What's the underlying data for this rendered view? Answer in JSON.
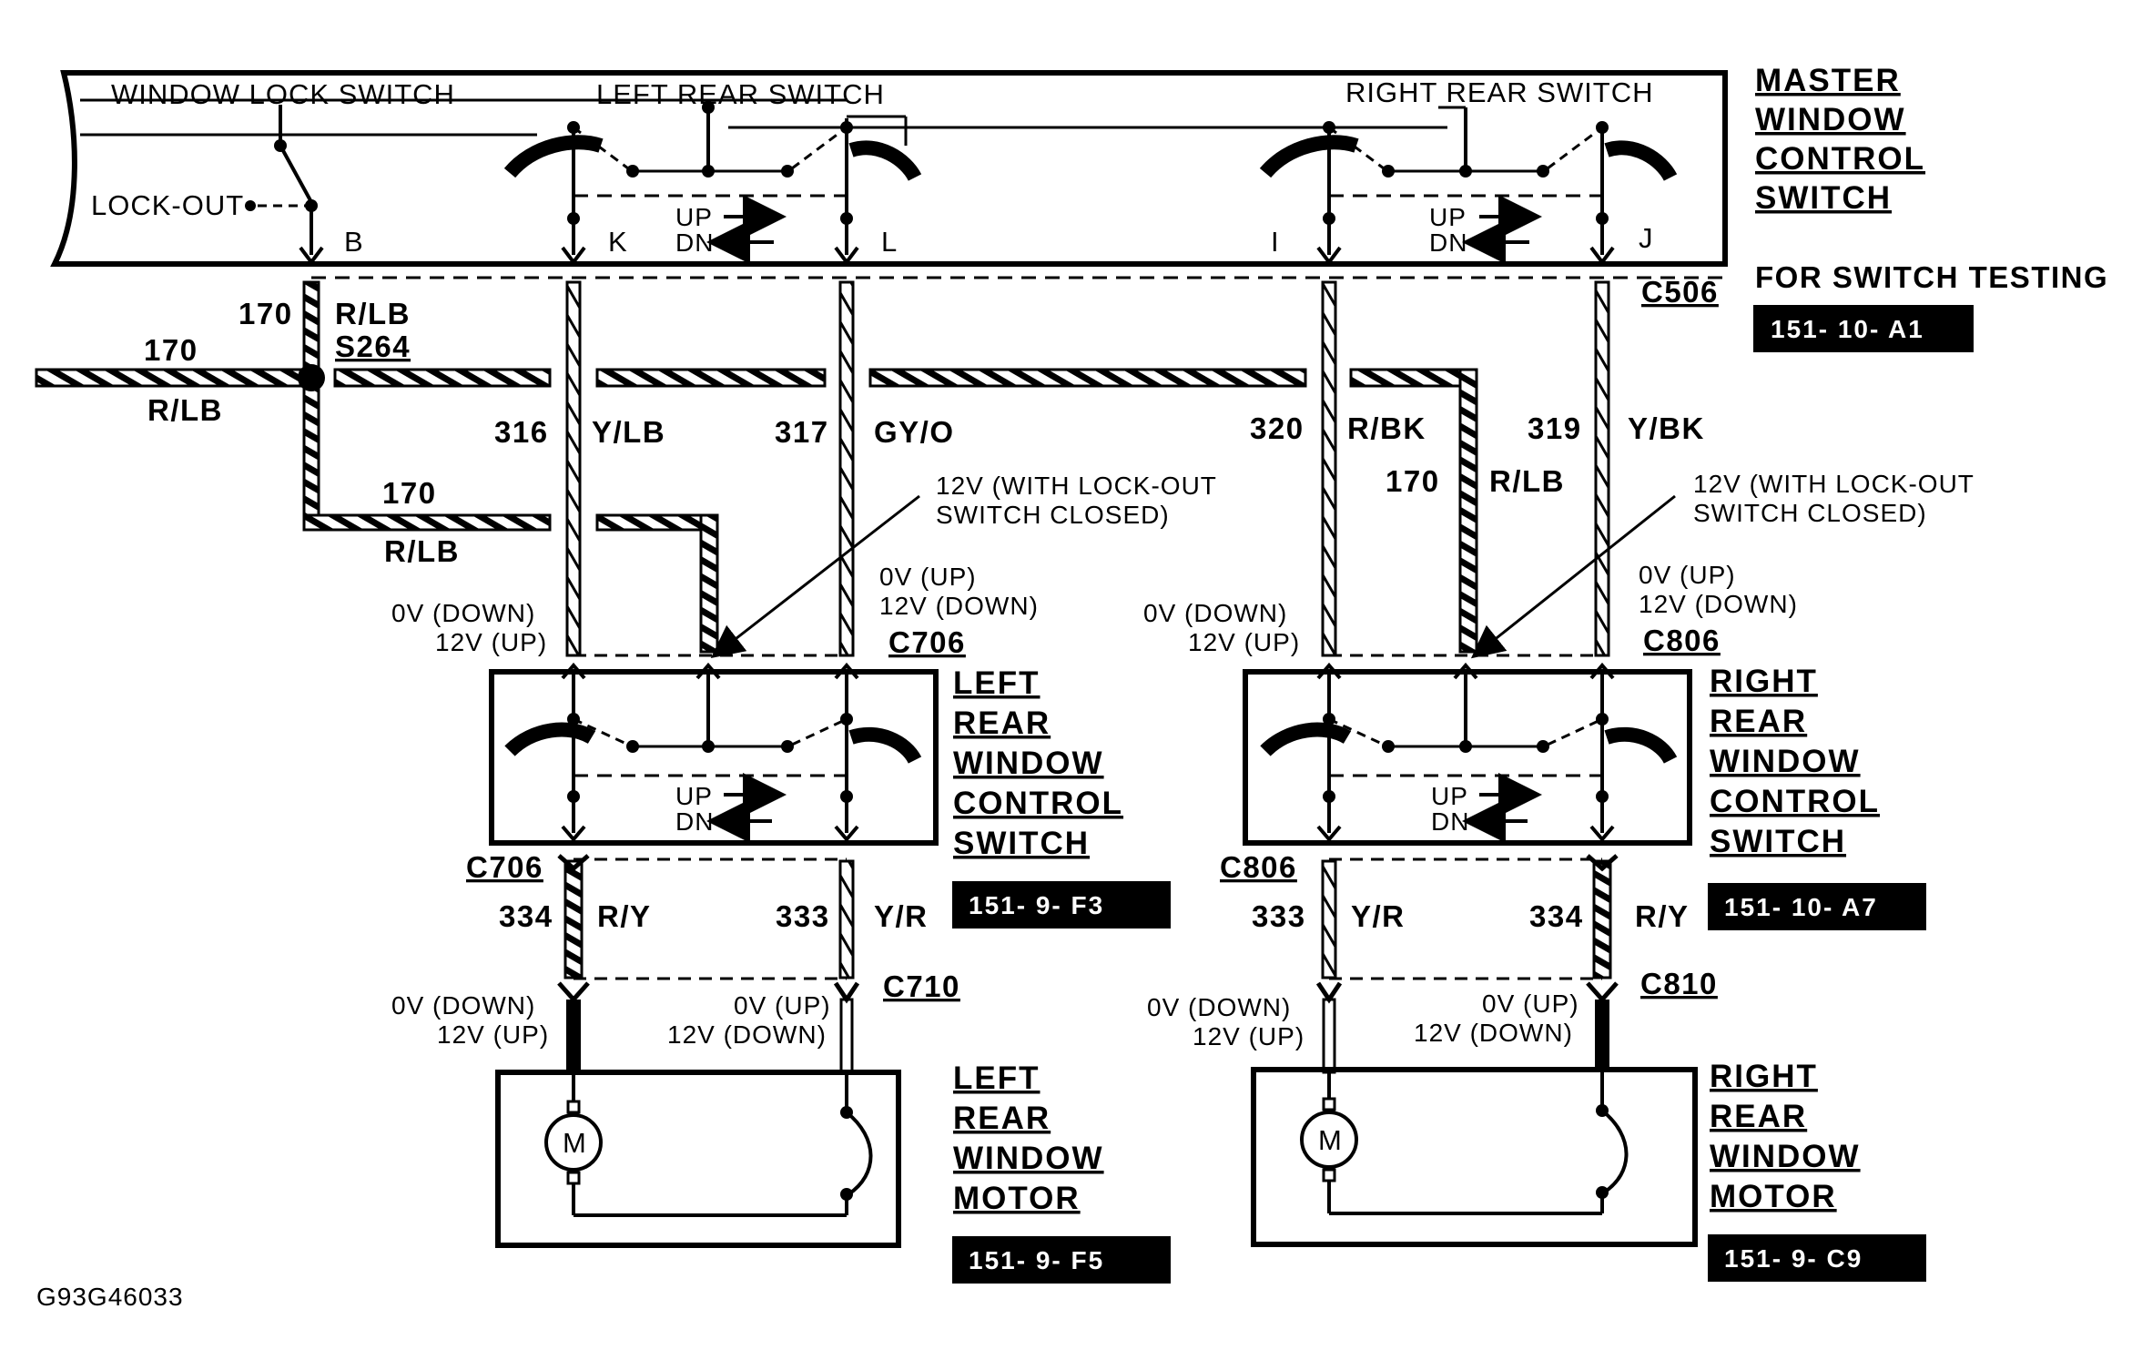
{
  "master_switch": {
    "title": [
      "MASTER",
      "WINDOW",
      "CONTROL",
      "SWITCH"
    ],
    "window_lock_label": "WINDOW LOCK SWITCH",
    "left_rear_label": "LEFT REAR SWITCH",
    "right_rear_label": "RIGHT REAR SWITCH",
    "lockout_label": "LOCK-OUT",
    "terminals": [
      "B",
      "K",
      "L",
      "I",
      "J"
    ],
    "up": "UP",
    "dn": "DN",
    "testing_label": "FOR SWITCH TESTING",
    "ref": "151-  10-  A1"
  },
  "connectors": {
    "c506": "C506",
    "s264": "S264",
    "c706": "C706",
    "c806": "C806",
    "c710": "C710",
    "c810": "C810"
  },
  "wires": {
    "w170": "170",
    "rlb": "R/LB",
    "w316": "316",
    "ylb": "Y/LB",
    "w317": "317",
    "gyo": "GY/O",
    "w320": "320",
    "rbk": "R/BK",
    "w319": "319",
    "ybk": "Y/BK",
    "w334": "334",
    "ry": "R/Y",
    "w333": "333",
    "yr": "Y/R"
  },
  "voltages": {
    "down0": "0V (DOWN)",
    "up12": "12V (UP)",
    "up0": "0V (UP)",
    "down12": "12V (DOWN)",
    "lockout1": "12V (WITH LOCK-OUT",
    "lockout2": "SWITCH CLOSED)"
  },
  "left_rear_switch": {
    "title": [
      "LEFT",
      "REAR",
      "WINDOW",
      "CONTROL",
      "SWITCH"
    ],
    "ref": "151-   9-     F3"
  },
  "right_rear_switch": {
    "title": [
      "RIGHT",
      "REAR",
      "WINDOW",
      "CONTROL",
      "SWITCH"
    ],
    "ref": "151-  10-  A7"
  },
  "left_rear_motor": {
    "title": [
      "LEFT",
      "REAR",
      "WINDOW",
      "MOTOR"
    ],
    "ref": "151-   9-     F5"
  },
  "right_rear_motor": {
    "title": [
      "RIGHT",
      "REAR",
      "WINDOW",
      "MOTOR"
    ],
    "ref": "151-   9-    C9"
  },
  "motor_symbol": "M",
  "figure_id": "G93G46033"
}
